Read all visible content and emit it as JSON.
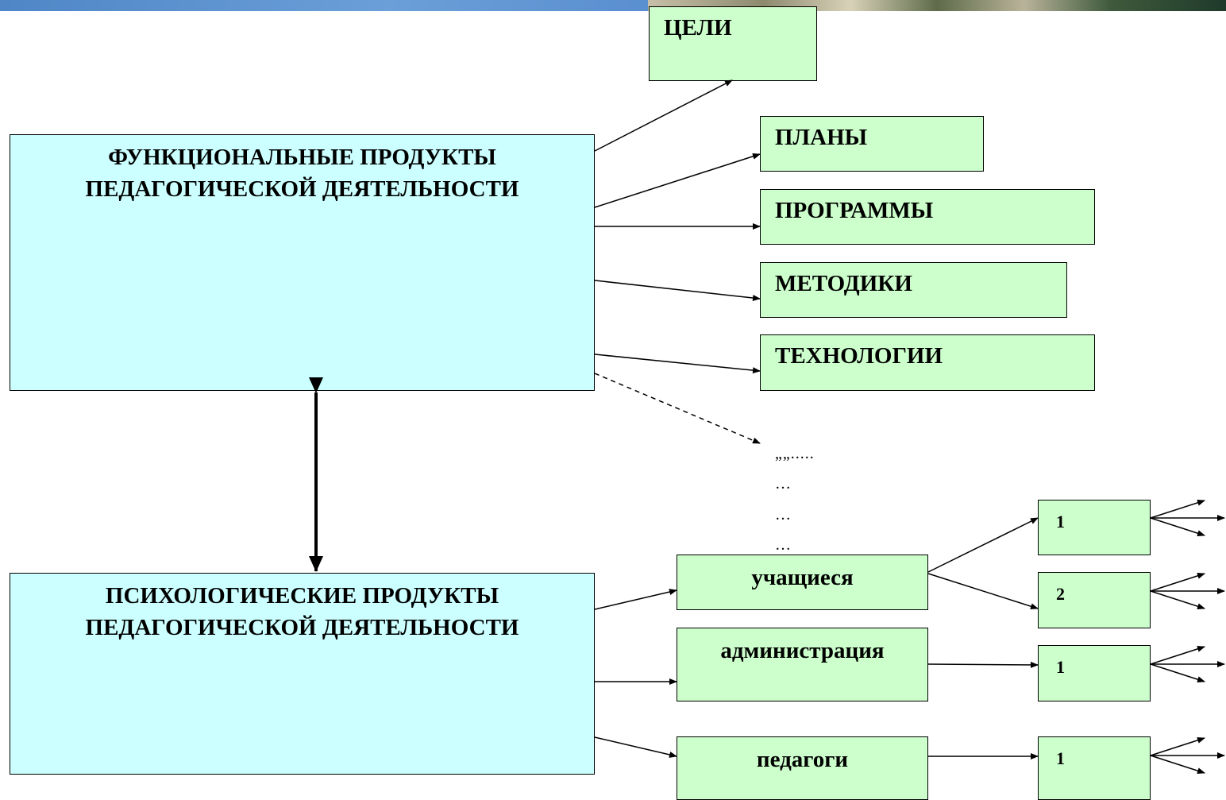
{
  "functional": {
    "title_line1": "ФУНКЦИОНАЛЬНЫЕ ПРОДУКТЫ",
    "title_line2": "ПЕДАГОГИЧЕСКОЙ ДЕЯТЕЛЬНОСТИ"
  },
  "psychological": {
    "title_line1": "ПСИХОЛОГИЧЕСКИЕ ПРОДУКТЫ",
    "title_line2": "ПЕДАГОГИЧЕСКОЙ ДЕЯТЕЛЬНОСТИ"
  },
  "products": [
    "ЦЕЛИ",
    "ПЛАНЫ",
    "ПРОГРАММЫ",
    "МЕТОДИКИ",
    "ТЕХНОЛОГИИ"
  ],
  "ellipsis": [
    "„„.....",
    "…",
    "…",
    "…"
  ],
  "subjects": [
    "учащиеся",
    "администрация",
    "педагоги"
  ],
  "levels": [
    "1",
    "2",
    "1",
    "1"
  ],
  "colors": {
    "product_fill": "#ccffcc",
    "main_fill": "#ccffff",
    "top_bar": "#4f86c6"
  }
}
